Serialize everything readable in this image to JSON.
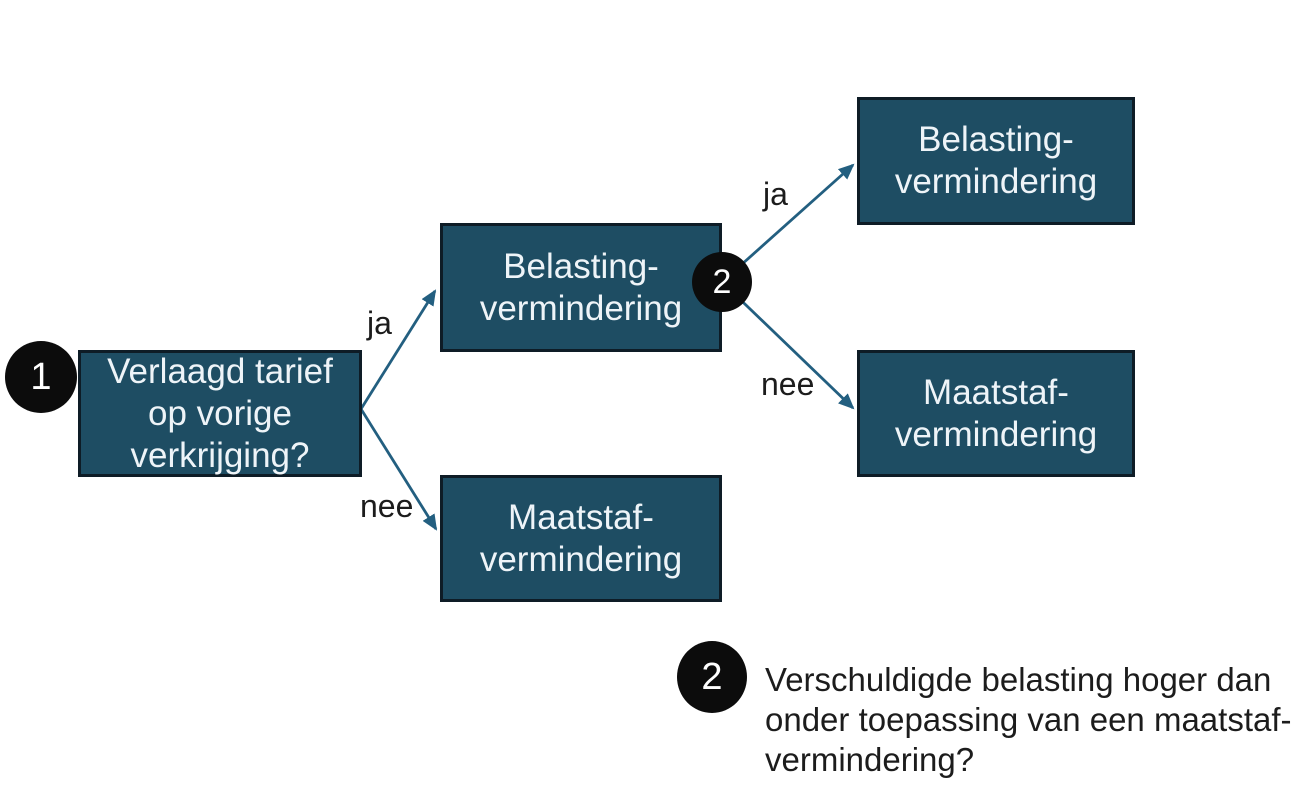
{
  "diagram": {
    "colors": {
      "background": "#ffffff",
      "box_fill": "#1e4d63",
      "box_border": "#0e1c26",
      "box_text": "#eef4f8",
      "arrow": "#235f80",
      "text": "#1c1c1c",
      "badge_fill": "#0c0c0c",
      "badge_text": "#ffffff"
    },
    "nodes": [
      {
        "id": "question-verlaagd-tarief",
        "label": "Verlaagd tarief\nop vorige\nverkrijging?"
      },
      {
        "id": "belastingvermindering-mid",
        "label": "Belasting-\nvermindering"
      },
      {
        "id": "maatstafvermindering-mid",
        "label": "Maatstaf-\nvermindering"
      },
      {
        "id": "belastingvermindering-right",
        "label": "Belasting-\nvermindering"
      },
      {
        "id": "maatstafvermindering-right",
        "label": "Maatstaf-\nvermindering"
      }
    ],
    "badges": {
      "step1": "1",
      "step2": "2",
      "note2": "2"
    },
    "edge_labels": {
      "ja1": "ja",
      "nee1": "nee",
      "ja2": "ja",
      "nee2": "nee"
    },
    "note": {
      "text": "Verschuldigde belasting hoger dan\nonder toepassing van een maatstaf-\nvermindering?"
    }
  }
}
